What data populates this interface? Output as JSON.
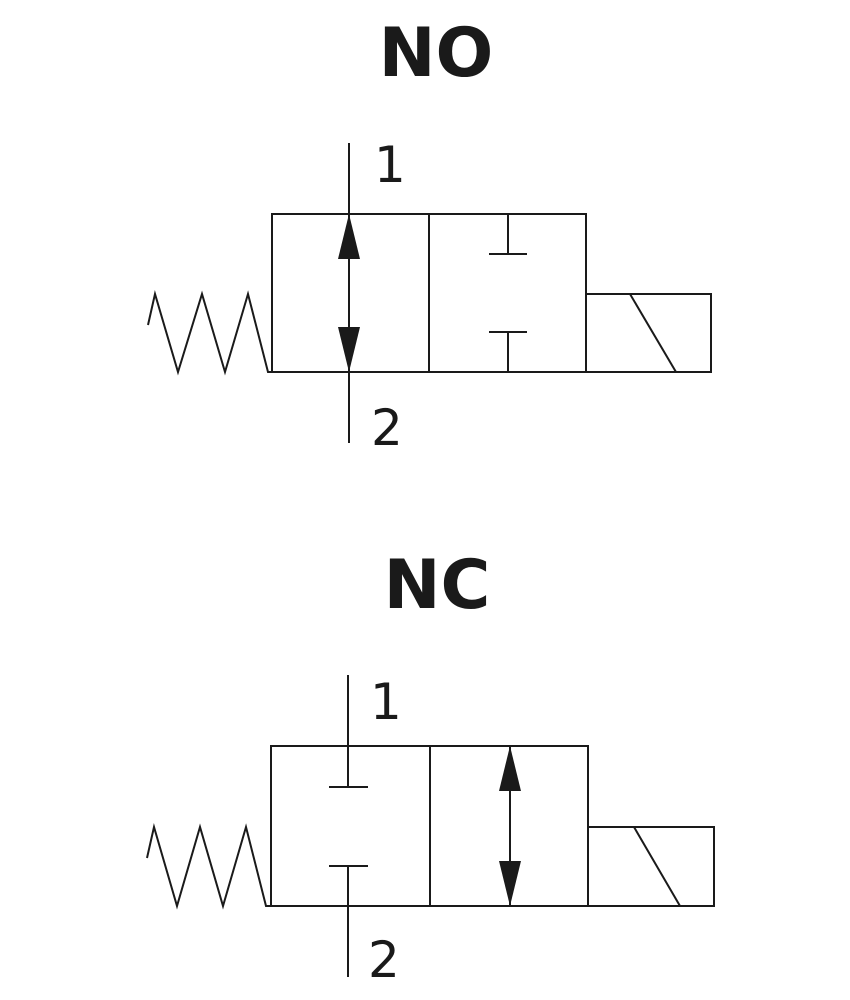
{
  "diagrams": [
    {
      "title": "NO",
      "port_top": "1",
      "port_bottom": "2"
    },
    {
      "title": "NC",
      "port_top": "1",
      "port_bottom": "2"
    }
  ]
}
